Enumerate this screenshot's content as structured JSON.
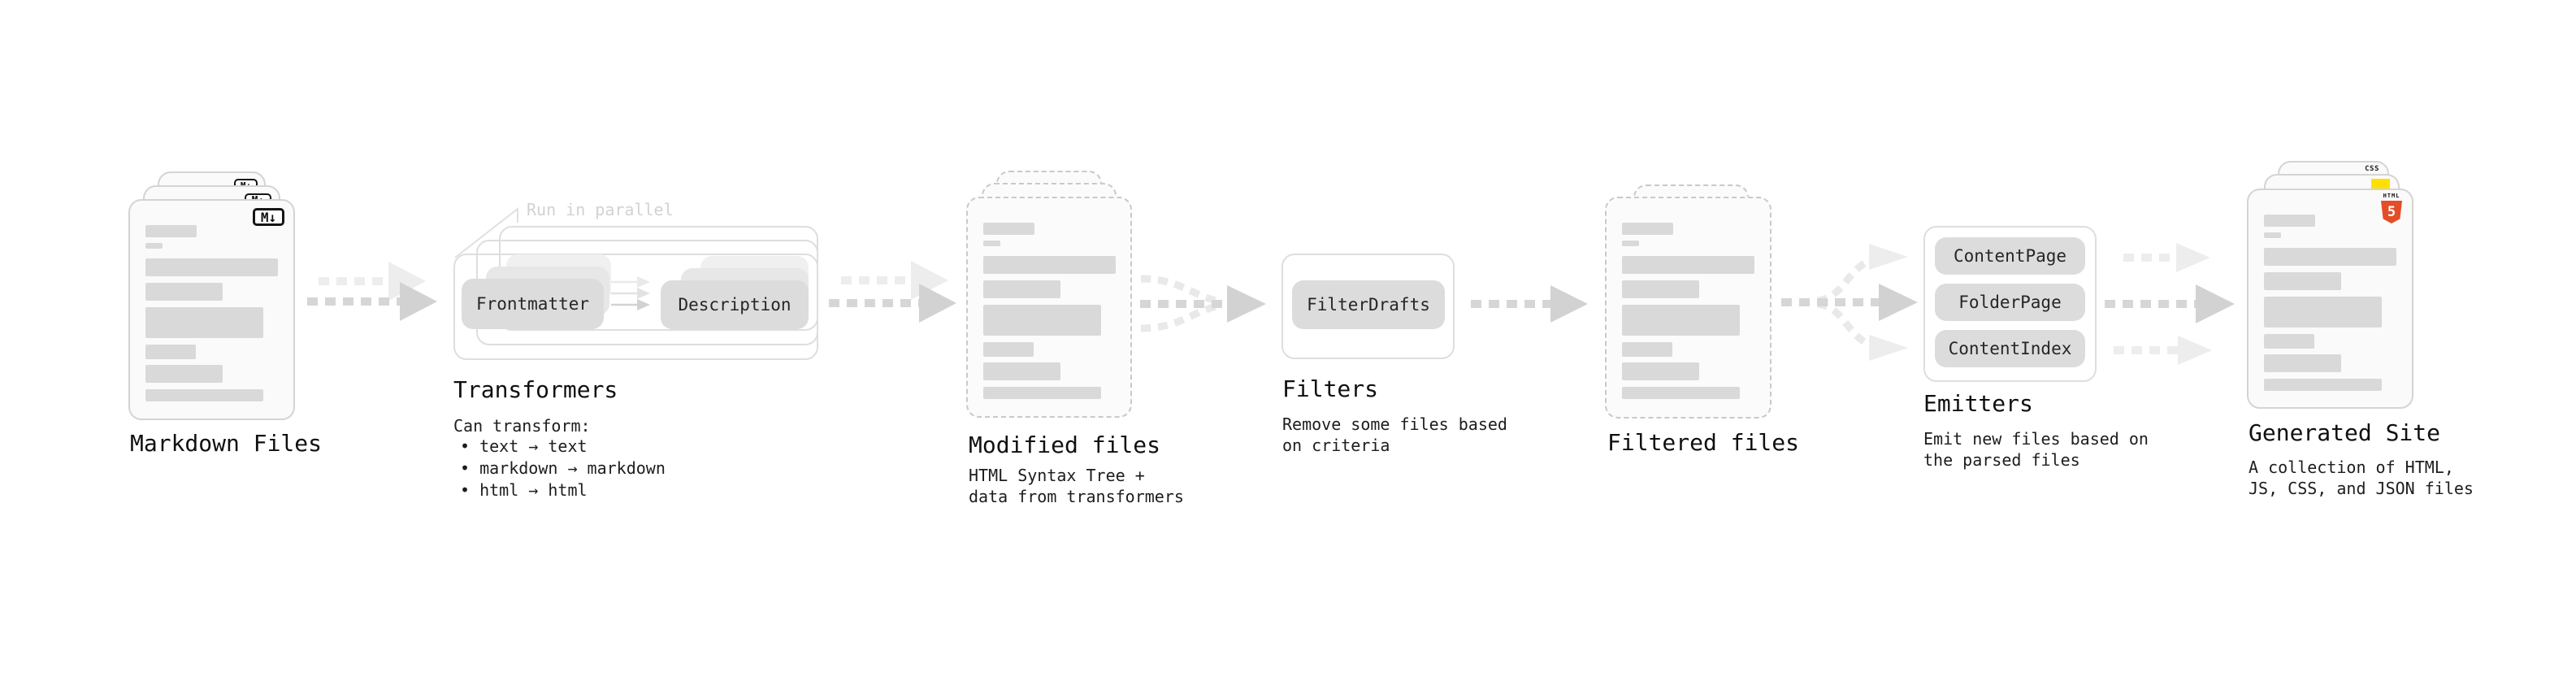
{
  "stages": {
    "markdown_files": {
      "title": "Markdown Files"
    },
    "transformers": {
      "title": "Transformers",
      "annotation": "Run in parallel",
      "input_pill": "Frontmatter",
      "output_pill": "Description",
      "subtitle": "Can transform:",
      "bullets": [
        "• text → text",
        "• markdown → markdown",
        "• html → html"
      ]
    },
    "modified_files": {
      "title": "Modified files",
      "subtitle_line1": "HTML Syntax Tree +",
      "subtitle_line2": "data from transformers"
    },
    "filters": {
      "title": "Filters",
      "pill": "FilterDrafts",
      "subtitle_line1": "Remove some files based",
      "subtitle_line2": "on criteria"
    },
    "filtered_files": {
      "title": "Filtered files"
    },
    "emitters": {
      "title": "Emitters",
      "pills": [
        "ContentPage",
        "FolderPage",
        "ContentIndex"
      ],
      "subtitle_line1": "Emit new files based on",
      "subtitle_line2": "the parsed files"
    },
    "generated_site": {
      "title": "Generated Site",
      "subtitle_line1": "A collection of HTML,",
      "subtitle_line2": "JS, CSS, and JSON files"
    }
  },
  "icons": {
    "markdown": "M↓",
    "html5_word": "HTML",
    "html5_number": "5",
    "css": "CSS"
  },
  "colors": {
    "html5_orange": "#e44d26",
    "js_yellow": "#ffe000",
    "css_blue": "#2b66f6",
    "pill_gray": "#dcdcdc",
    "bar_gray": "#d9d9d9",
    "arrow_dark": "#d6d6d6",
    "arrow_light": "#ededed"
  }
}
